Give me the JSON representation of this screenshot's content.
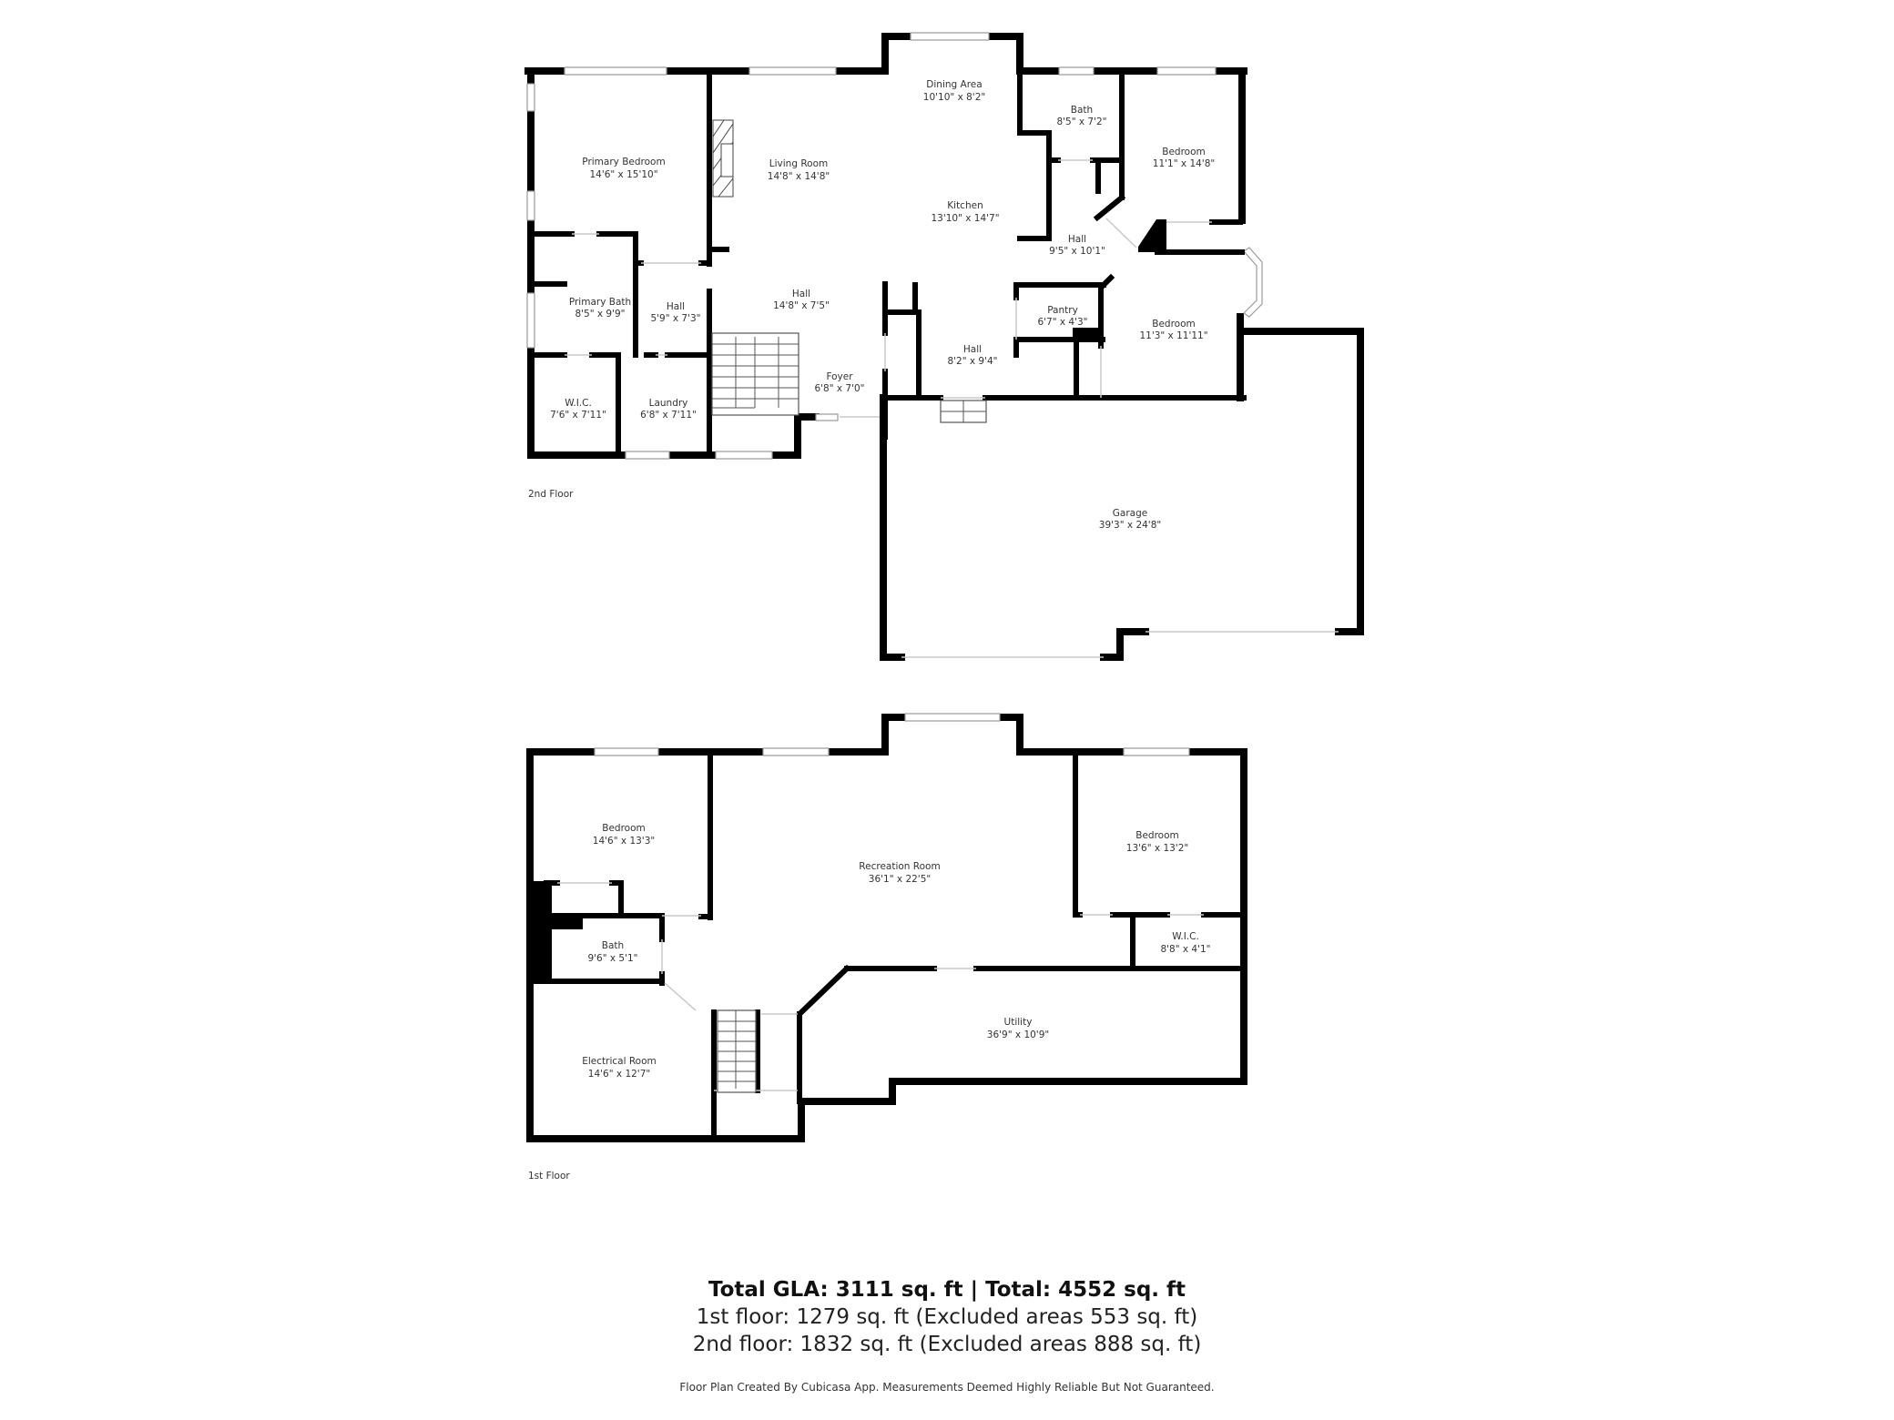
{
  "floors": [
    {
      "label": "2nd Floor",
      "rooms": [
        {
          "name": "Primary Bedroom",
          "dims": "14'6\" x 15'10\""
        },
        {
          "name": "Living Room",
          "dims": "14'8\" x 14'8\""
        },
        {
          "name": "Dining Area",
          "dims": "10'10\" x 8'2\""
        },
        {
          "name": "Bath",
          "dims": "8'5\" x 7'2\""
        },
        {
          "name": "Bedroom",
          "dims": "11'1\" x 14'8\""
        },
        {
          "name": "Kitchen",
          "dims": "13'10\" x 14'7\""
        },
        {
          "name": "Hall",
          "dims": "9'5\" x 10'1\""
        },
        {
          "name": "Primary Bath",
          "dims": "8'5\" x 9'9\""
        },
        {
          "name": "Hall",
          "dims": "5'9\" x 7'3\""
        },
        {
          "name": "Hall",
          "dims": "14'8\" x 7'5\""
        },
        {
          "name": "Pantry",
          "dims": "6'7\" x 4'3\""
        },
        {
          "name": "Bedroom",
          "dims": "11'3\" x 11'11\""
        },
        {
          "name": "Hall",
          "dims": "8'2\" x 9'4\""
        },
        {
          "name": "Foyer",
          "dims": "6'8\" x 7'0\""
        },
        {
          "name": "W.I.C.",
          "dims": "7'6\" x 7'11\""
        },
        {
          "name": "Laundry",
          "dims": "6'8\" x 7'11\""
        },
        {
          "name": "Garage",
          "dims": "39'3\" x 24'8\""
        }
      ]
    },
    {
      "label": "1st Floor",
      "rooms": [
        {
          "name": "Bedroom",
          "dims": "14'6\" x 13'3\""
        },
        {
          "name": "Recreation Room",
          "dims": "36'1\" x 22'5\""
        },
        {
          "name": "Bedroom",
          "dims": "13'6\" x 13'2\""
        },
        {
          "name": "Bath",
          "dims": "9'6\" x 5'1\""
        },
        {
          "name": "W.I.C.",
          "dims": "8'8\" x 4'1\""
        },
        {
          "name": "Utility",
          "dims": "36'9\" x 10'9\""
        },
        {
          "name": "Electrical Room",
          "dims": "14'6\" x 12'7\""
        }
      ]
    }
  ],
  "summary": {
    "total": "Total GLA: 3111 sq. ft | Total: 4552 sq. ft",
    "first_floor": "1st floor: 1279 sq. ft (Excluded areas 553 sq. ft)",
    "second_floor": "2nd floor: 1832 sq. ft (Excluded areas 888 sq. ft)"
  },
  "disclaimer": "Floor Plan Created By Cubicasa App. Measurements Deemed Highly Reliable But Not Guaranteed."
}
